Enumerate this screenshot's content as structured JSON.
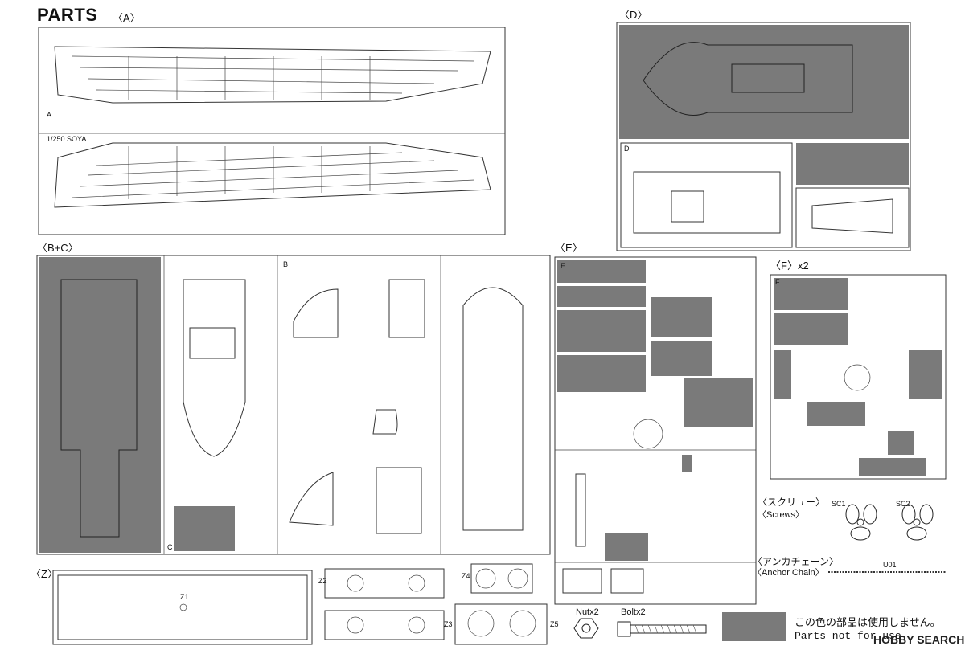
{
  "header": {
    "title": "PARTS"
  },
  "sprues": {
    "a": {
      "label": "〈A〉",
      "tag": "A",
      "model_tag": "1/250 SOYA"
    },
    "d": {
      "label": "〈D〉",
      "tag": "D"
    },
    "bc": {
      "label": "〈B+C〉",
      "tag_b": "B",
      "tag_c": "C"
    },
    "e": {
      "label": "〈E〉",
      "tag": "E"
    },
    "f": {
      "label": "〈F〉x2",
      "tag": "F"
    },
    "z": {
      "label": "〈Z〉",
      "part": "Z1",
      "z2": "Z2",
      "z3": "Z3",
      "z4": "Z4",
      "z5": "Z5"
    }
  },
  "screws": {
    "label_jp": "〈スクリュー〉",
    "label_en": "〈Screws〉",
    "sc1": "SC1",
    "sc2": "SC2"
  },
  "anchor": {
    "label_jp": "〈アンカチェーン〉",
    "label_en": "〈Anchor Chain〉",
    "part": "U01"
  },
  "hardware": {
    "nut": "Nutx2",
    "bolt": "Boltx2"
  },
  "legend": {
    "text_jp": "この色の部品は使用しません。",
    "text_en": "Parts not for use",
    "swatch_color": "#7a7a7a"
  },
  "watermark": {
    "text": "HOBBY SEARCH"
  }
}
